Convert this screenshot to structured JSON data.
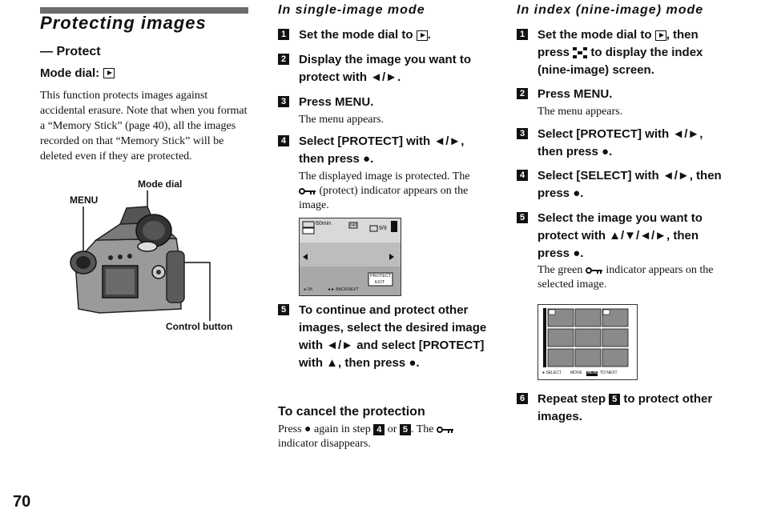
{
  "page": {
    "title": "Protecting images",
    "subtitle": "— Protect",
    "mode_dial_label": "Mode dial:",
    "intro": "This function protects images against accidental erasure. Note that when you format a “Memory Stick” (page 40), all the images recorded on that “Memory Stick” will be deleted even if they are protected.",
    "page_number": "70"
  },
  "camera": {
    "menu_label": "MENU",
    "mode_dial_label": "Mode dial",
    "control_button_label": "Control button"
  },
  "single": {
    "heading": "In single-image mode",
    "step1_num": "1",
    "step1": "Set the mode dial to",
    "step1_end": ".",
    "step2_num": "2",
    "step2": "Display the image you want to protect with ◄/►.",
    "step3_num": "3",
    "step3": "Press MENU.",
    "step3_note": "The menu appears.",
    "step4_num": "4",
    "step4": "Select [PROTECT] with ◄/►, then press ●.",
    "step4_note_a": "The displayed image is protected. The",
    "step4_note_b": "(protect) indicator appears on the image.",
    "step5_num": "5",
    "step5": "To continue and protect other images, select the desired image with ◄/► and select [PROTECT] with ▲, then press ●.",
    "screen": {
      "battery": "60min",
      "size": "640",
      "counter": "9/9",
      "menu1": "PROTECT",
      "menu2": "EXIT",
      "bottom_left": "● OK",
      "bottom_mid": "◄► BACK/NEXT"
    }
  },
  "cancel": {
    "heading": "To cancel the protection",
    "text_a": "Press ● again in step",
    "num_a": "4",
    "text_or": "or",
    "num_b": "5",
    "text_b": ". The",
    "text_c": "indicator disappears."
  },
  "index": {
    "heading": "In index (nine-image) mode",
    "step1_num": "1",
    "step1_a": "Set the mode dial to",
    "step1_b": ", then press",
    "step1_c": "to display the index (nine-image) screen.",
    "step2_num": "2",
    "step2": "Press MENU.",
    "step2_note": "The menu appears.",
    "step3_num": "3",
    "step3": "Select [PROTECT] with ◄/►, then press ●.",
    "step4_num": "4",
    "step4": "Select [SELECT] with ◄/►, then press ●.",
    "step5_num": "5",
    "step5": "Select the image you want to protect with ▲/▼/◄/►, then press ●.",
    "step5_note_a": "The green",
    "step5_note_b": "indicator appears on the selected image.",
    "step6_num": "6",
    "step6_a": "Repeat step",
    "step6_ref": "5",
    "step6_b": "to protect other images.",
    "screen": {
      "bottom_a": "● SELECT",
      "bottom_b": "MOVE",
      "bottom_menu": "MENU",
      "bottom_c": "TO NEXT"
    }
  }
}
